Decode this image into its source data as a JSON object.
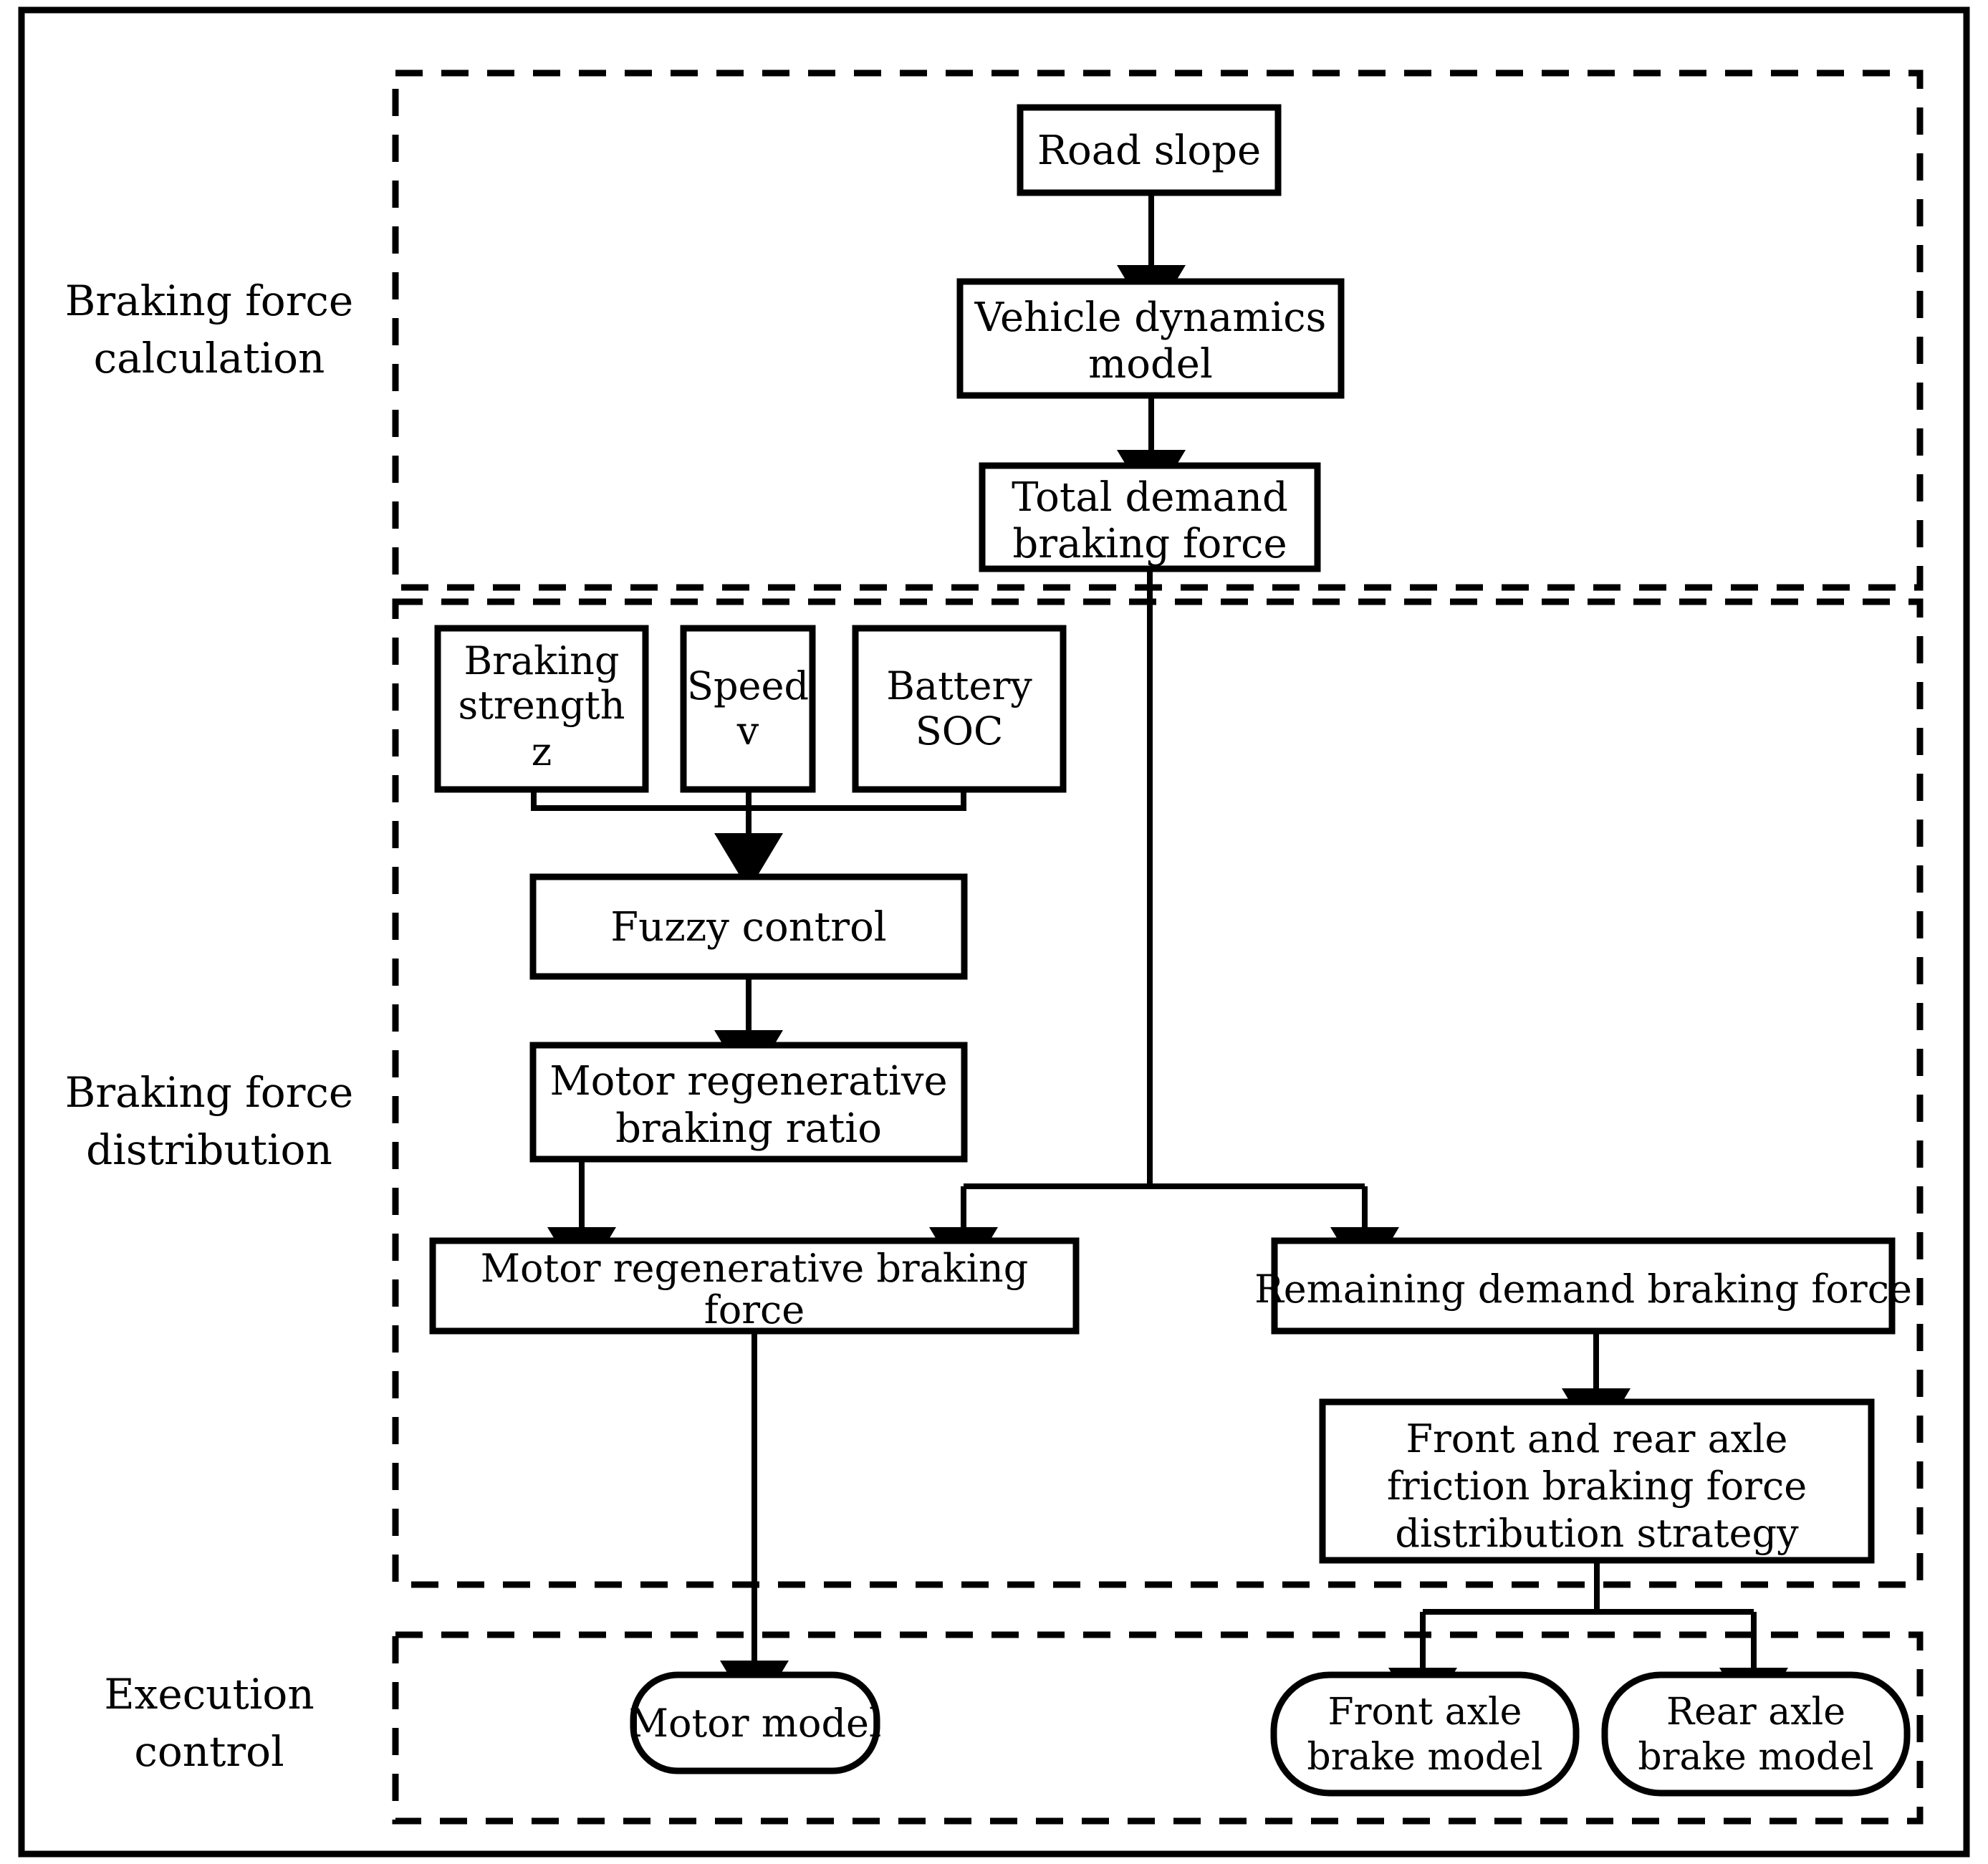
{
  "figure": {
    "type": "flowchart",
    "title": "Regenerative braking control strategy architecture",
    "stroke_color": "#000000",
    "background_color": "#ffffff"
  },
  "sections": [
    {
      "id": "braking-force-calculation",
      "label_line1": "Braking force",
      "label_line2": "calculation"
    },
    {
      "id": "braking-force-distribution",
      "label_line1": "Braking force",
      "label_line2": "distribution"
    },
    {
      "id": "execution-control",
      "label_line1": "Execution",
      "label_line2": "control"
    }
  ],
  "nodes": {
    "road_slope": {
      "label": "Road slope",
      "shape": "rect"
    },
    "vehicle_dynamics_model": {
      "line1": "Vehicle dynamics",
      "line2": "model",
      "shape": "rect"
    },
    "total_demand_braking_force": {
      "line1": "Total demand",
      "line2": "braking force",
      "shape": "rect"
    },
    "braking_strength": {
      "line1": "Braking",
      "line2": "strength",
      "line3": "z",
      "shape": "rect"
    },
    "speed": {
      "line1": "Speed",
      "line2": "v",
      "shape": "rect"
    },
    "battery_soc": {
      "line1": "Battery",
      "line2": "SOC",
      "shape": "rect"
    },
    "fuzzy_control": {
      "label": "Fuzzy control",
      "shape": "rect"
    },
    "motor_regen_braking_ratio": {
      "line1": "Motor regenerative",
      "line2": "braking ratio",
      "shape": "rect"
    },
    "motor_regen_braking_force": {
      "line1": "Motor regenerative braking",
      "line2": "force",
      "shape": "rect"
    },
    "remaining_demand_braking_force": {
      "label": "Remaining demand braking force",
      "shape": "rect"
    },
    "front_rear_axle_strategy": {
      "line1": "Front and rear axle",
      "line2": "friction braking force",
      "line3": "distribution strategy",
      "shape": "rect"
    },
    "motor_model": {
      "label": "Motor model",
      "shape": "stadium"
    },
    "front_axle_brake_model": {
      "line1": "Front axle",
      "line2": "brake model",
      "shape": "stadium"
    },
    "rear_axle_brake_model": {
      "line1": "Rear axle",
      "line2": "brake model",
      "shape": "stadium"
    }
  },
  "edges": [
    {
      "from": "road_slope",
      "to": "vehicle_dynamics_model"
    },
    {
      "from": "vehicle_dynamics_model",
      "to": "total_demand_braking_force"
    },
    {
      "from": "braking_strength",
      "to": "fuzzy_control"
    },
    {
      "from": "speed",
      "to": "fuzzy_control"
    },
    {
      "from": "battery_soc",
      "to": "fuzzy_control"
    },
    {
      "from": "fuzzy_control",
      "to": "motor_regen_braking_ratio"
    },
    {
      "from": "motor_regen_braking_ratio",
      "to": "motor_regen_braking_force"
    },
    {
      "from": "total_demand_braking_force",
      "to": "motor_regen_braking_force"
    },
    {
      "from": "total_demand_braking_force",
      "to": "remaining_demand_braking_force"
    },
    {
      "from": "remaining_demand_braking_force",
      "to": "front_rear_axle_strategy"
    },
    {
      "from": "motor_regen_braking_force",
      "to": "motor_model"
    },
    {
      "from": "front_rear_axle_strategy",
      "to": "front_axle_brake_model"
    },
    {
      "from": "front_rear_axle_strategy",
      "to": "rear_axle_brake_model"
    }
  ]
}
